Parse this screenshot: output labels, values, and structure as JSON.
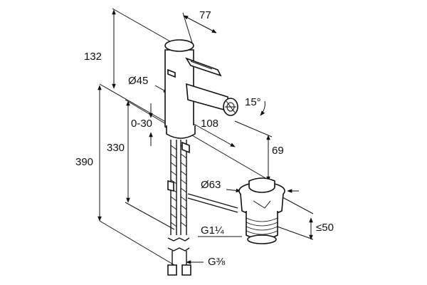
{
  "dimensions": {
    "d77": "77",
    "d132": "132",
    "d45": "Ø45",
    "d15": "15°",
    "d0_30": "0-30",
    "d108": "108",
    "d330": "330",
    "d69": "69",
    "d390": "390",
    "d63": "Ø63",
    "d50": "≤50",
    "g114": "G1¼",
    "g38": "G⅜"
  }
}
